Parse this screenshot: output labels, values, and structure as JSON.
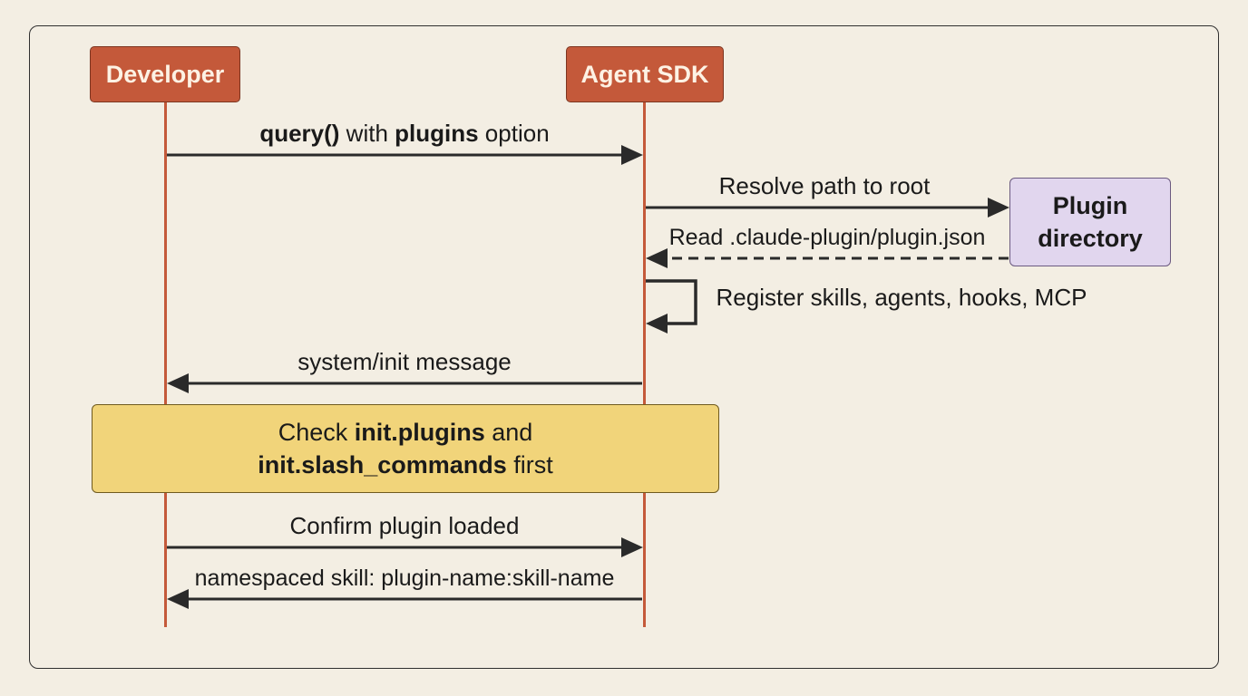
{
  "participants": {
    "developer": "Developer",
    "agent_sdk": "Agent SDK"
  },
  "plugin_directory": {
    "line1": "Plugin",
    "line2": "directory"
  },
  "messages": {
    "query": {
      "bold1": "query()",
      "text1": " with ",
      "bold2": "plugins",
      "text2": " option"
    },
    "resolve": "Resolve path to root",
    "read": "Read .claude-plugin/plugin.json",
    "register": "Register skills, agents, hooks, MCP",
    "system_init": "system/init message",
    "confirm": "Confirm plugin loaded",
    "namespaced": "namespaced skill: plugin-name:skill-name"
  },
  "note": {
    "line1_pre": "Check ",
    "line1_bold": "init.plugins",
    "line1_post": " and",
    "line2_bold": "init.slash_commands",
    "line2_post": " first"
  },
  "colors": {
    "participant": "#c4593a",
    "lifeline": "#c4593a",
    "note": "#f1d47a",
    "plugin_box": "#e1d6ee",
    "arrow": "#2a2a2a",
    "background": "#f3eee3"
  }
}
